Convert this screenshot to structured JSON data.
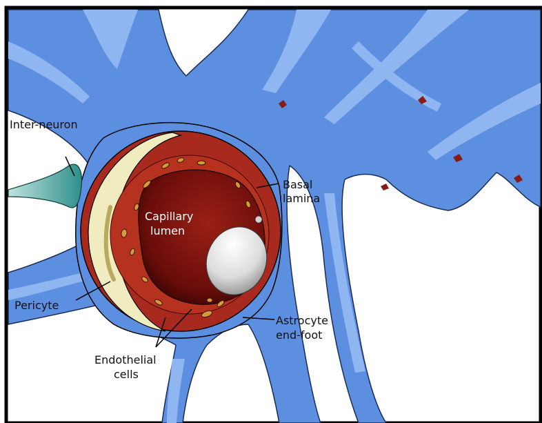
{
  "labels": {
    "inter_neuron": "Inter-neuron",
    "basal_lamina_line1": "Basal",
    "basal_lamina_line2": "lamina",
    "capillary_lumen_line1": "Capillary",
    "capillary_lumen_line2": "lumen",
    "pericyte": "Pericyte",
    "astrocyte_line1": "Astrocyte",
    "astrocyte_line2": "end-foot",
    "endothelial_line1": "Endothelial",
    "endothelial_line2": "cells"
  },
  "colors": {
    "astrocyte": "#5c8fe0",
    "astrocyte_light": "#8fb6f0",
    "vessel_wall": "#a82a1e",
    "lumen": "#5a0a08",
    "pericyte": "#f0ecc0",
    "neuron": "#2f8f8a",
    "outline": "#000000"
  }
}
